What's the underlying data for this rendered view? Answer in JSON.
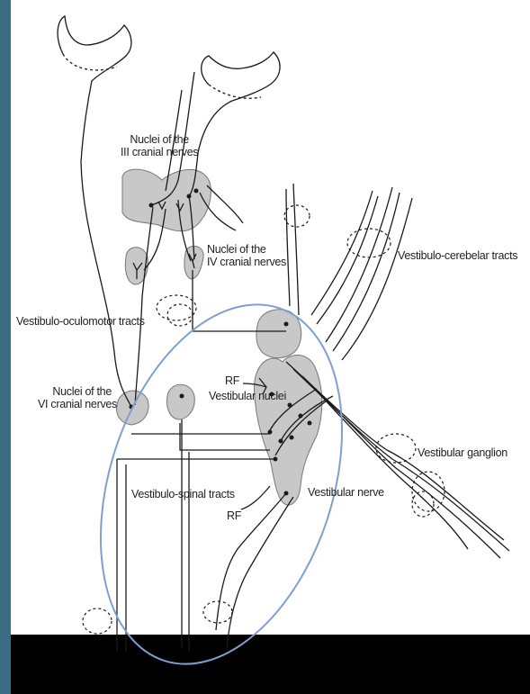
{
  "labels": {
    "nuclei_iii": [
      "Nuclei of the",
      "III cranial nerves"
    ],
    "nuclei_iv": [
      "Nuclei of the",
      "IV cranial nerves"
    ],
    "vestibulo_cerebelar": "Vestibulo-cerebelar tracts",
    "vestibulo_oculomotor": "Vestibulo-oculomotor tracts",
    "rf_top": "RF",
    "vestibular_nuclei": "Vestibular nuclei",
    "nuclei_vi": [
      "Nuclei of the",
      "VI cranial nerves"
    ],
    "vestibular_ganglion": "Vestibular ganglion",
    "vestibulo_spinal": "Vestibulo-spinal tracts",
    "vestibular_nerve": "Vestibular nerve",
    "rf_bottom": "RF"
  },
  "colors": {
    "background": "#3f6f86",
    "panel": "#ffffff",
    "nucleus_fill": "#c8c8c8",
    "line": "#1a1a1a",
    "highlight_ellipse": "#7f9fd0",
    "bottom_bar": "#000000"
  }
}
